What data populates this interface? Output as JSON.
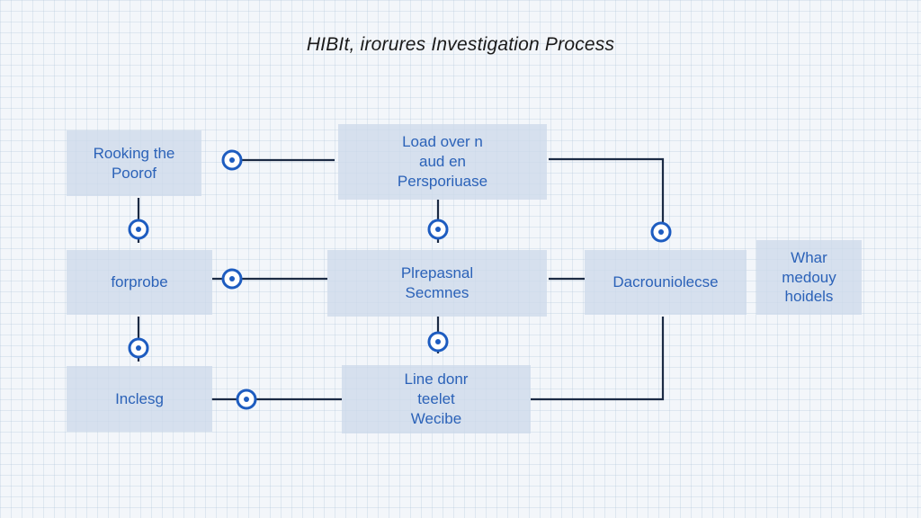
{
  "diagram": {
    "title": "HIBIt, irorures Investigation Process",
    "nodes": {
      "n1": "Rooking the\nPoorof",
      "n2": "Load over n\naud en\nPersporiuase",
      "n3": "forprobe",
      "n4": "Plrepasnal\nSecmnes",
      "n5": "Dacrouniolecse",
      "n6": "Whar\nmedouy\nhoidels",
      "n7": "Inclesg",
      "n8": "Line donr\nteelet\nWecibe"
    },
    "colors": {
      "node_fill": "#cddaea",
      "text": "#2b62b8",
      "connector": "#1b2a44",
      "marker_outline": "#1d5cc0"
    }
  }
}
